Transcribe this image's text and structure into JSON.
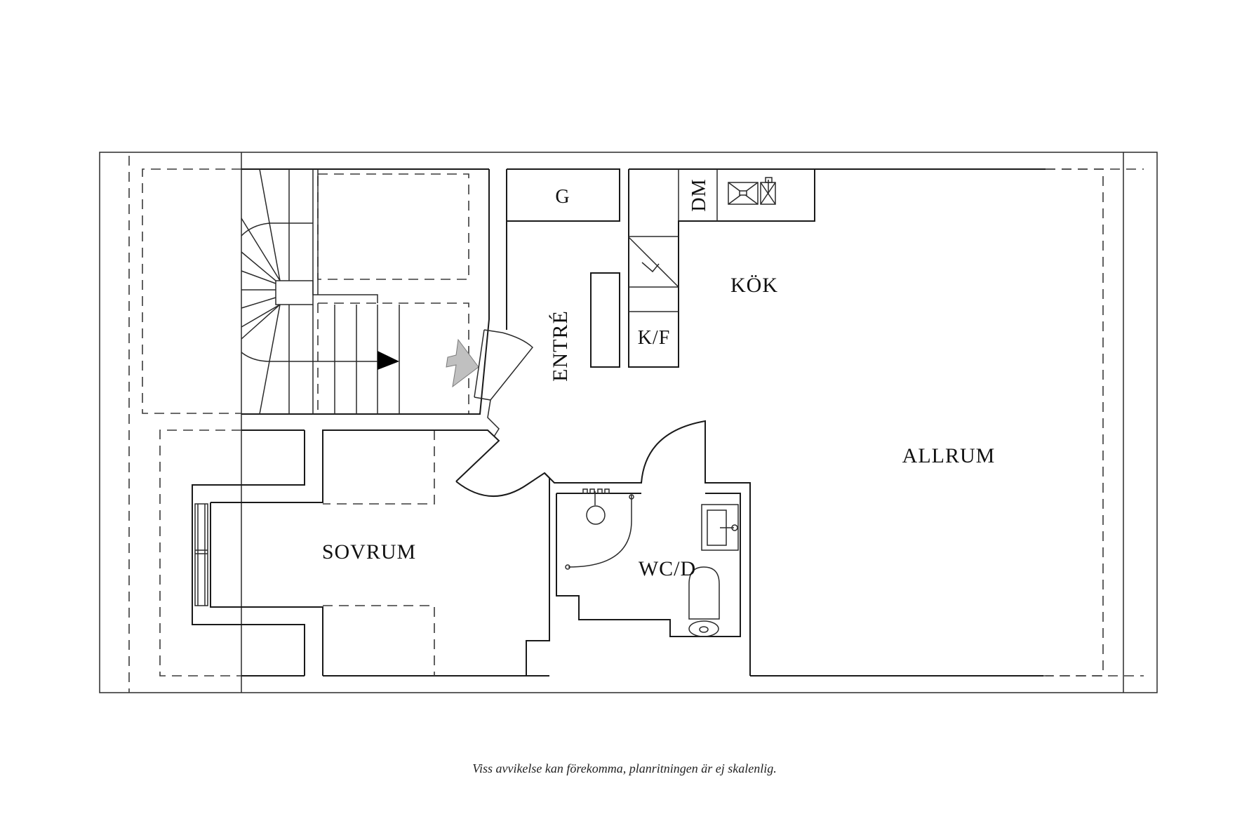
{
  "floorplan": {
    "rooms": {
      "sovrum": "SOVRUM",
      "entre": "ENTRÉ",
      "kok": "KÖK",
      "allrum": "ALLRUM",
      "wcd": "WC/D"
    },
    "fixtures": {
      "g": "G",
      "dm": "DM",
      "kf": "K/F"
    },
    "entrance_arrow_color": "#c0c0c0",
    "stair_arrow_color": "#000000",
    "line_color": "#1a1a1a"
  },
  "footer": {
    "disclaimer": "Viss avvikelse kan förekomma, planritningen är ej skalenlig."
  }
}
